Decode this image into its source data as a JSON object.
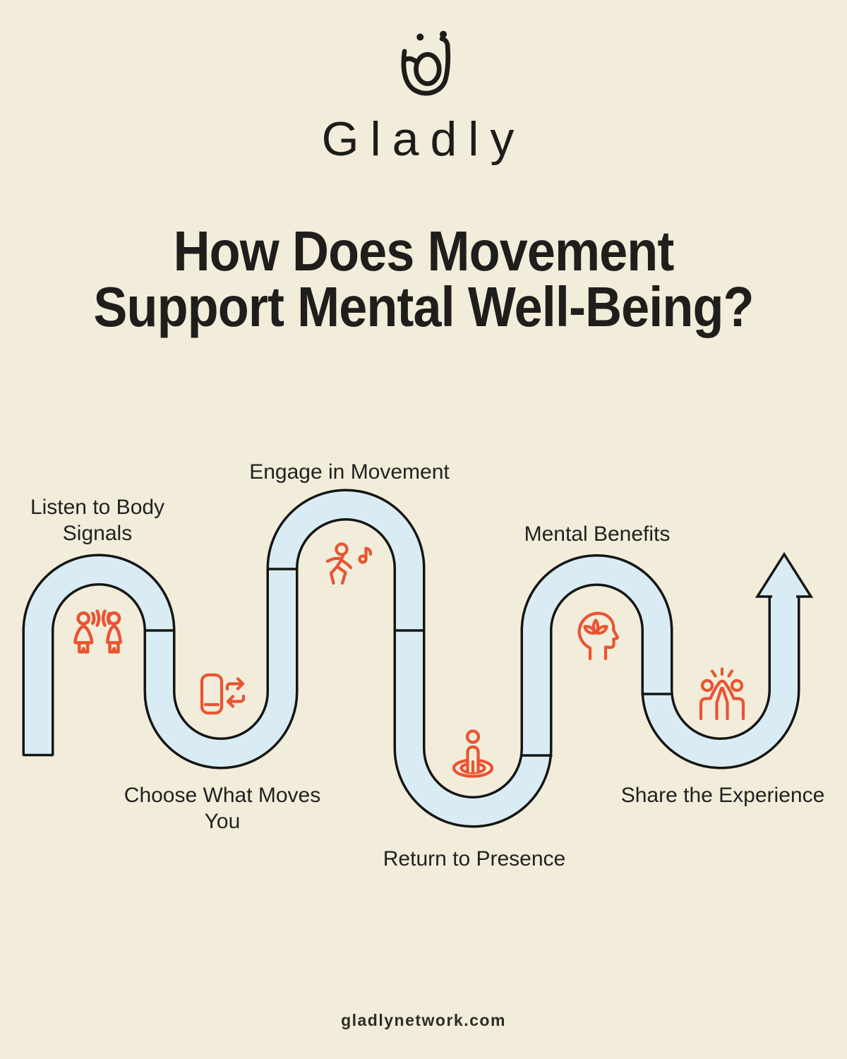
{
  "theme": {
    "bg": "#f2edda",
    "path_fill": "#d9ecf4",
    "outline_ink": "#151515",
    "accent": "#e95433",
    "text_ink": "#1d1c1a"
  },
  "header": {
    "logo_icon": "gladly-monogram-icon",
    "brand": "Gladly"
  },
  "title": {
    "line1": "How Does Movement",
    "line2": "Support Mental Well-Being?"
  },
  "journey": {
    "shape": "winding-path-with-arrow-finish",
    "steps": [
      {
        "label": "Listen to Body Signals",
        "label_lines": [
          "Listen to Body",
          "Signals"
        ],
        "icon": "body-signals-icon"
      },
      {
        "label": "Choose What Moves You",
        "label_lines": [
          "Choose What Moves",
          "You"
        ],
        "icon": "phone-swap-icon"
      },
      {
        "label": "Engage in Movement",
        "label_lines": [
          "Engage in Movement"
        ],
        "icon": "runner-music-icon"
      },
      {
        "label": "Return to Presence",
        "label_lines": [
          "Return to Presence"
        ],
        "icon": "ripple-presence-icon"
      },
      {
        "label": "Mental Benefits",
        "label_lines": [
          "Mental Benefits"
        ],
        "icon": "mind-lotus-icon"
      },
      {
        "label": "Share the Experience",
        "label_lines": [
          "Share the Experience"
        ],
        "icon": "high-five-icon"
      }
    ]
  },
  "footer": {
    "website": "gladlynetwork.com"
  }
}
